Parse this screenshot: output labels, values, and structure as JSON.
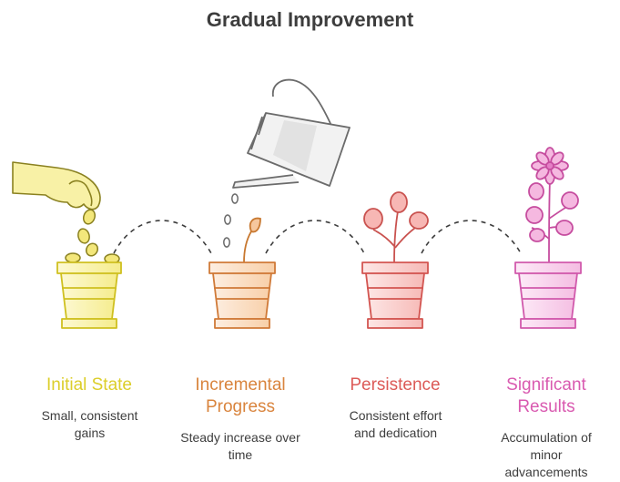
{
  "title": "Gradual Improvement",
  "colors": {
    "stroke": "#6b6b6b",
    "yellow": "#dcce2a",
    "yellow_fill": "#fbf6b9",
    "orange": "#d9843d",
    "orange_fill": "#fbe0c9",
    "red": "#dc5a57",
    "red_fill": "#fbd5d3",
    "pink": "#d95ab0",
    "pink_fill": "#fbd8ef"
  },
  "stages": [
    {
      "title": "Initial State",
      "description": "Small, consistent gains",
      "color": "#dcce2a",
      "icon": "seeds-pot-icon"
    },
    {
      "title": "Incremental Progress",
      "description": "Steady increase over time",
      "color": "#d9843d",
      "icon": "sprout-pot-icon"
    },
    {
      "title": "Persistence",
      "description": "Consistent effort and dedication",
      "color": "#dc5a57",
      "icon": "plant-pot-icon"
    },
    {
      "title": "Significant Results",
      "description": "Accumulation of minor advancements",
      "color": "#d95ab0",
      "icon": "flower-pot-icon"
    }
  ]
}
